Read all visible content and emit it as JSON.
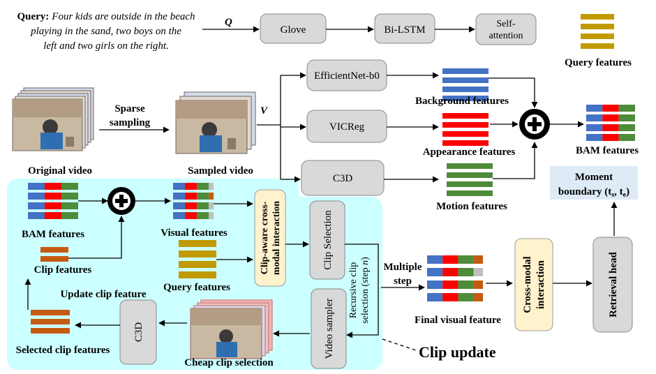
{
  "query": {
    "prefix": "Query:",
    "line1": "Four kids are outside in the beach",
    "line2": "playing in the sand, two boys on the",
    "line3": "left and two girls on the right.",
    "symbol": "Q"
  },
  "modules": {
    "glove": "Glove",
    "bilstm": "Bi-LSTM",
    "self_attention_1": "Self-",
    "self_attention_2": "attention",
    "efficientnet": "EfficientNet-b0",
    "vicreg": "VICReg",
    "c3d_top": "C3D",
    "clip_selection": "Clip Selection",
    "clip_aware_1": "Clip-aware cross-",
    "clip_aware_2": "modal interaction",
    "video_sampler": "Video sampler",
    "c3d_bottom": "C3D",
    "cross_modal_1": "Cross-modal",
    "cross_modal_2": "interaction",
    "retrieval_head": "Retrieval head"
  },
  "labels": {
    "query_features": "Query features",
    "original_video": "Original video",
    "sparse_1": "Sparse",
    "sparse_2": "sampling",
    "sampled_video": "Sampled video",
    "v_symbol": "V",
    "background_features": "Background features",
    "appearance_features": "Appearance features",
    "motion_features": "Motion features",
    "bam_features_right": "BAM features",
    "moment_1": "Moment",
    "moment_2": "boundary (t",
    "moment_s": "s",
    "moment_mid": ", t",
    "moment_e": "e",
    "moment_end": ")",
    "bam_features_left": "BAM features",
    "visual_features": "Visual features",
    "clip_features": "Clip features",
    "query_features_2": "Query features",
    "update_clip_feature": "Update clip feature",
    "selected_clip_features": "Selected clip features",
    "cheap_clip_selection": "Cheap clip selection",
    "recursive_1": "Recursive clip",
    "recursive_2": "selection (step n)",
    "multiple_1": "Multiple",
    "multiple_2": "step",
    "final_visual_feature": "Final visual feature",
    "clip_update": "Clip update",
    "plus": "+"
  },
  "colors": {
    "blue": "#4472C4",
    "red": "#FF0000",
    "green": "#4E8B3A",
    "gold": "#C09A00",
    "orange": "#C55A11",
    "gray_cell": "#BFBFBF",
    "box_gray": "#D9D9D9",
    "box_yellow": "#FFF2CC",
    "panel_cyan": "#CCFFFF",
    "moment_bg": "#DEEBF7"
  }
}
